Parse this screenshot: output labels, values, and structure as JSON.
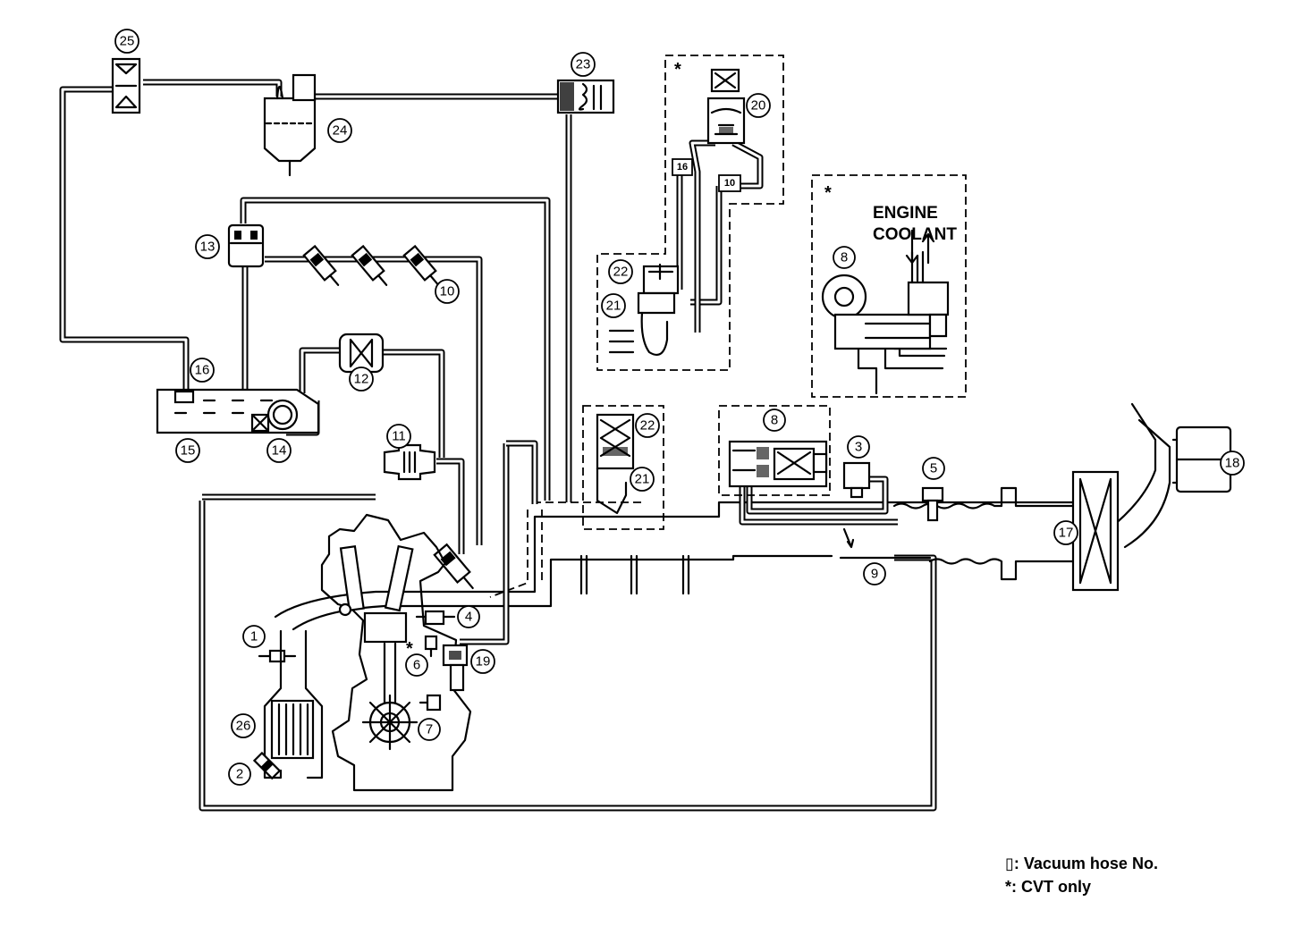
{
  "callouts": [
    {
      "id": "1",
      "label": "1"
    },
    {
      "id": "2",
      "label": "2"
    },
    {
      "id": "3",
      "label": "3"
    },
    {
      "id": "4",
      "label": "4"
    },
    {
      "id": "5",
      "label": "5"
    },
    {
      "id": "6",
      "label": "6"
    },
    {
      "id": "7",
      "label": "7"
    },
    {
      "id": "8a",
      "label": "8"
    },
    {
      "id": "8b",
      "label": "8"
    },
    {
      "id": "9",
      "label": "9"
    },
    {
      "id": "10",
      "label": "10"
    },
    {
      "id": "11",
      "label": "11"
    },
    {
      "id": "12",
      "label": "12"
    },
    {
      "id": "13",
      "label": "13"
    },
    {
      "id": "14",
      "label": "14"
    },
    {
      "id": "15",
      "label": "15"
    },
    {
      "id": "16",
      "label": "16"
    },
    {
      "id": "17",
      "label": "17"
    },
    {
      "id": "18",
      "label": "18"
    },
    {
      "id": "19",
      "label": "19"
    },
    {
      "id": "20",
      "label": "20"
    },
    {
      "id": "21a",
      "label": "21"
    },
    {
      "id": "21b",
      "label": "21"
    },
    {
      "id": "22a",
      "label": "22"
    },
    {
      "id": "22b",
      "label": "22"
    },
    {
      "id": "23",
      "label": "23"
    },
    {
      "id": "24",
      "label": "24"
    },
    {
      "id": "25",
      "label": "25"
    },
    {
      "id": "26",
      "label": "26"
    }
  ],
  "hose_tags": [
    {
      "id": "h16",
      "label": "16"
    },
    {
      "id": "h10",
      "label": "10"
    }
  ],
  "engine_coolant": {
    "line1": "ENGINE",
    "line2": "COOLANT"
  },
  "cvt_marker": "*",
  "legend": {
    "hose_symbol": "▯",
    "hose_text": ": Vacuum hose No.",
    "cvt_symbol": "*",
    "cvt_text": ": CVT only"
  }
}
